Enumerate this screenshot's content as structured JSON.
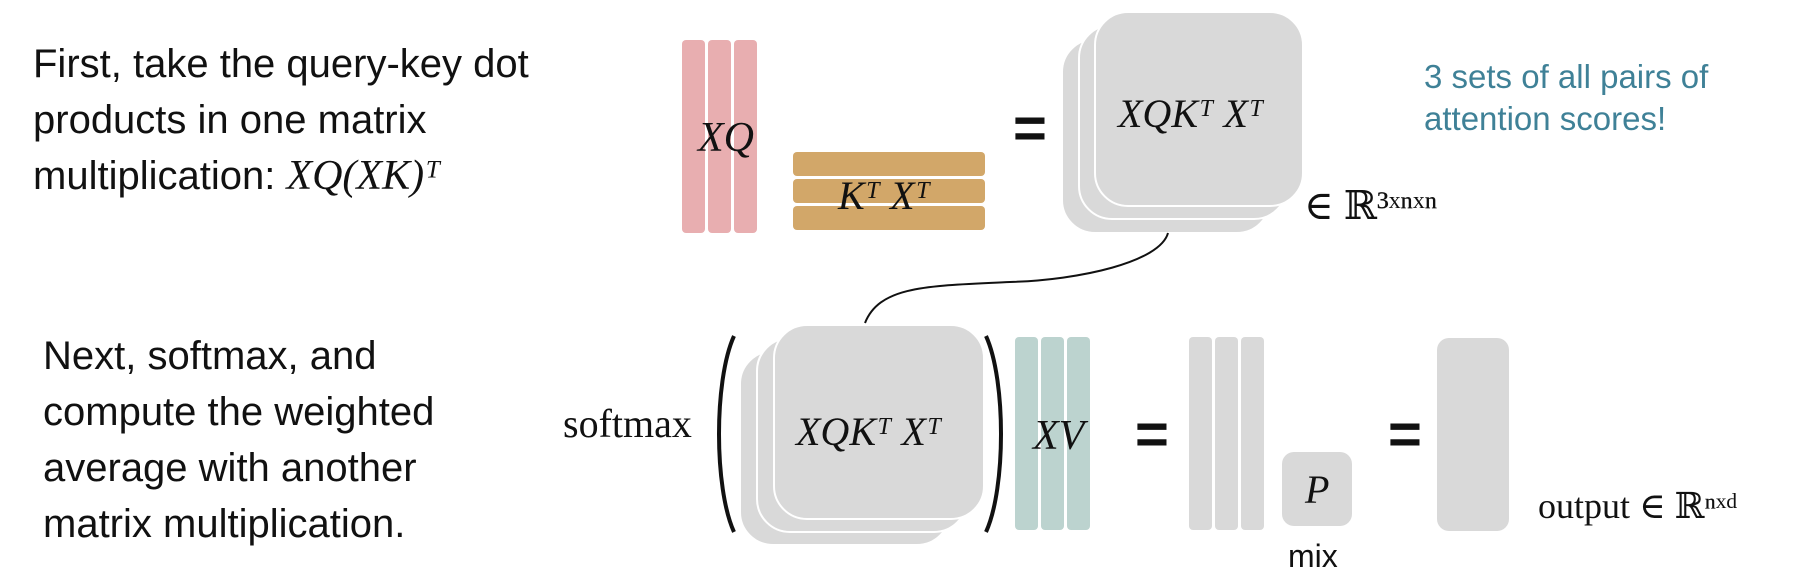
{
  "top_text": {
    "line1": "First, take the query-key dot",
    "line2": "products in one matrix",
    "line3_prefix": "multiplication: ",
    "line3_math": "XQ(XK)ᵀ"
  },
  "bottom_text": {
    "line1": "Next, softmax, and",
    "line2": "compute the weighted",
    "line3": "average with another",
    "line4": "matrix multiplication."
  },
  "annotation": {
    "line1": "3 sets of all pairs of",
    "line2": "attention scores!",
    "color": "#3f8197"
  },
  "top_row": {
    "xq_label": "XQ",
    "kx_label": "Kᵀ Xᵀ",
    "equals": "=",
    "result_label": "XQKᵀ Xᵀ",
    "dims_label": "∈ ℝ³ˣⁿˣⁿ"
  },
  "bottom_row": {
    "softmax_label": "softmax",
    "scores_label": "XQKᵀ Xᵀ",
    "xv_label": "XV",
    "equals1": "=",
    "p_label": "P",
    "mix_label": "mix",
    "equals2": "=",
    "output_label": "output ∈ ℝⁿˣᵈ"
  },
  "colors": {
    "query": "#e8aeb0",
    "key": "#d2a769",
    "value": "#bcd3cf",
    "scores": "#d9d9d9"
  }
}
